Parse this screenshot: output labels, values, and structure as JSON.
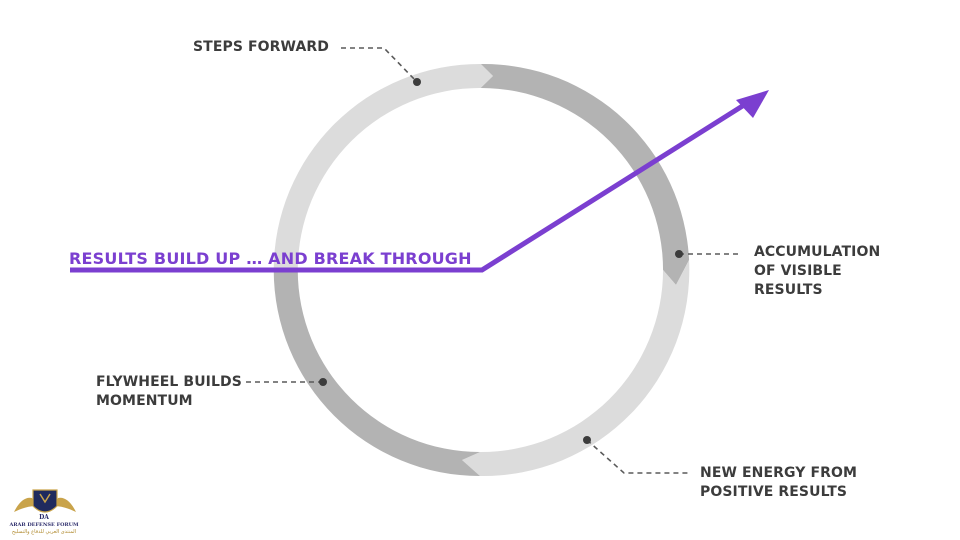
{
  "headline": "RESULTS BUILD UP … AND BREAK THROUGH",
  "labels": {
    "steps_forward": [
      "STEPS FORWARD"
    ],
    "accumulation": [
      "ACCUMULATION",
      "OF VISIBLE",
      "RESULTS"
    ],
    "new_energy": [
      "NEW ENERGY FROM",
      "POSITIVE RESULTS"
    ],
    "flywheel": [
      "FLYWHEEL BUILDS",
      "MOMENTUM"
    ]
  },
  "logo": {
    "name": "ARAB DEFENSE FORUM",
    "monogram": "DA",
    "tagline_arabic": "المنتدى العربي للدفاع والتسليح"
  },
  "colors": {
    "ring_light": "#dcdcdc",
    "ring_dark": "#b3b3b3",
    "arrow_purple": "#7b3fd0",
    "label_text": "#3c3c3c",
    "leader_line": "#5a5a5a"
  }
}
